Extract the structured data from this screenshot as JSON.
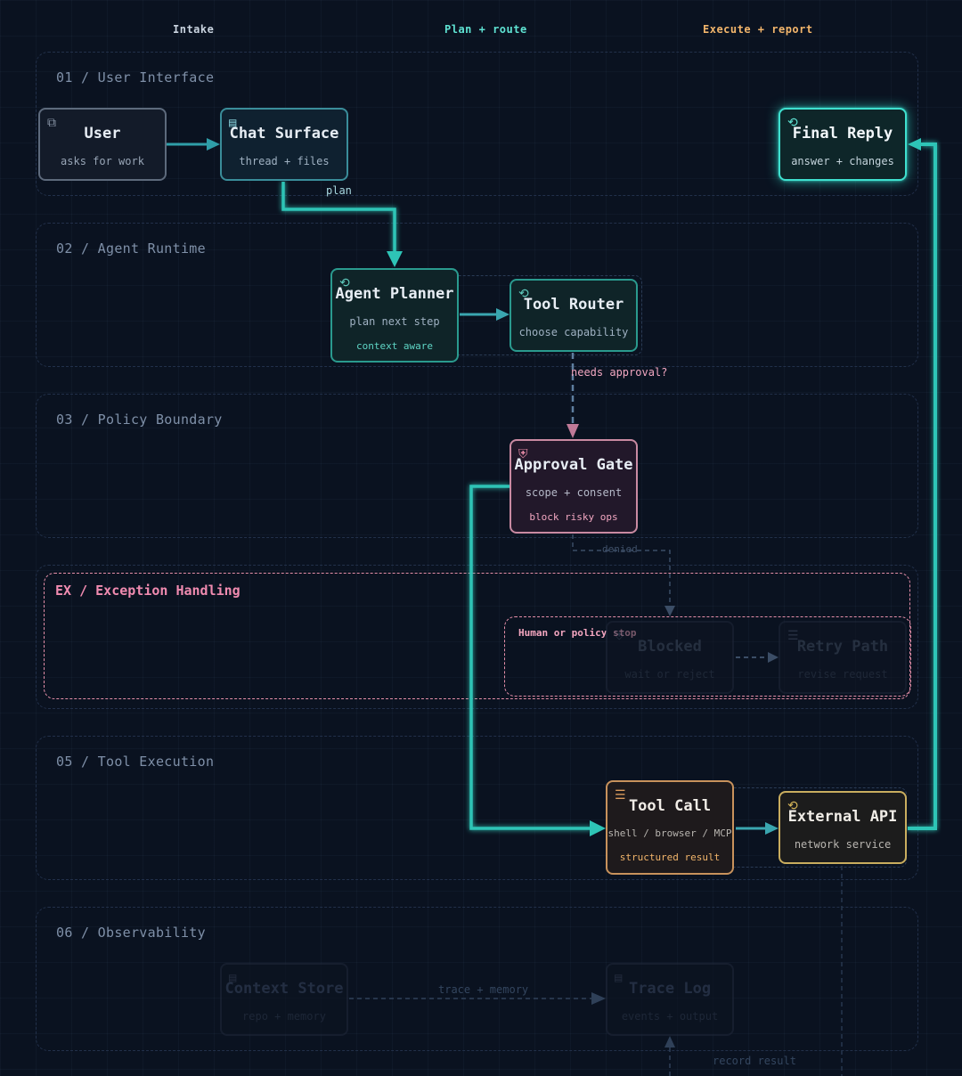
{
  "columns": {
    "intake": "Intake",
    "plan": "Plan + route",
    "execute": "Execute + report"
  },
  "lanes": {
    "ui": "01 / User Interface",
    "runtime": "02 / Agent Runtime",
    "policy": "03 / Policy Boundary",
    "exception": "EX / Exception Handling",
    "tools": "05 / Tool Execution",
    "obs": "06 / Observability"
  },
  "exception_group_label": "Human or policy stop",
  "nodes": {
    "user": {
      "title": "User",
      "subtitle": "asks for work",
      "icon": "windows-icon"
    },
    "chat": {
      "title": "Chat Surface",
      "subtitle": "thread + files",
      "icon": "chat-icon"
    },
    "final": {
      "title": "Final Reply",
      "subtitle": "answer + changes",
      "icon": "loop-icon"
    },
    "planner": {
      "title": "Agent Planner",
      "subtitle": "plan next step",
      "note": "context aware",
      "icon": "loop-icon"
    },
    "router": {
      "title": "Tool Router",
      "subtitle": "choose capability",
      "icon": "loop-icon"
    },
    "approval": {
      "title": "Approval Gate",
      "subtitle": "scope + consent",
      "note": "block risky ops",
      "icon": "shield-icon"
    },
    "blocked": {
      "title": "Blocked",
      "subtitle": "wait or reject",
      "icon": "shield-icon"
    },
    "retry": {
      "title": "Retry Path",
      "subtitle": "revise request",
      "icon": "stack-icon"
    },
    "toolcall": {
      "title": "Tool Call",
      "subtitle": "shell / browser / MCP",
      "note": "structured result",
      "icon": "stack-icon"
    },
    "api": {
      "title": "External API",
      "subtitle": "network service",
      "icon": "loop-icon"
    },
    "context": {
      "title": "Context Store",
      "subtitle": "repo + memory",
      "icon": "database-icon"
    },
    "trace": {
      "title": "Trace Log",
      "subtitle": "events + output",
      "icon": "database-icon"
    }
  },
  "edges": {
    "plan": "plan",
    "needs_approval": "needs approval?",
    "denied": "denied",
    "trace_memory": "trace + memory",
    "record_result": "record result"
  },
  "colors": {
    "teal": "#2ec4b6",
    "intake_header": "#c9d3df",
    "plan_header": "#5fe3d3",
    "execute_header": "#f2b56b",
    "approval_pink": "#e58aa6",
    "exception_pink": "#f08bb0",
    "tool_orange": "#d99a5c",
    "api_yellow": "#d8b75a"
  }
}
